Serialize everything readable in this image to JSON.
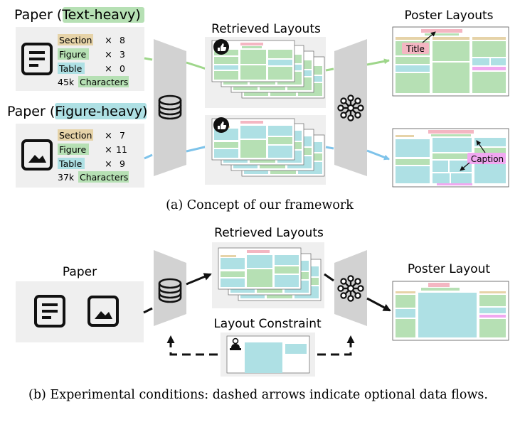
{
  "top": {
    "paper_text_heavy": {
      "prefix": "Paper (",
      "tag": "Text-heavy",
      "suffix": ")"
    },
    "paper_figure_heavy": {
      "prefix": "Paper (",
      "tag": "Figure-heavy",
      "suffix": ")"
    },
    "stats_text": [
      {
        "label": "Section",
        "count": "8"
      },
      {
        "label": "Figure",
        "count": "3"
      },
      {
        "label": "Table",
        "count": "0"
      }
    ],
    "chars_text": {
      "count": "45k",
      "label": "Characters"
    },
    "stats_figure": [
      {
        "label": "Section",
        "count": "7"
      },
      {
        "label": "Figure",
        "count": "11"
      },
      {
        "label": "Table",
        "count": "9"
      }
    ],
    "chars_figure": {
      "count": "37k",
      "label": "Characters"
    },
    "times_symbol": "×",
    "retrieved_title": "Retrieved Layouts",
    "poster_title": "Poster Layouts",
    "title_callout": "Title",
    "caption_callout": "Caption",
    "caption": "(a) Concept of our framework"
  },
  "bottom": {
    "paper_title": "Paper",
    "retrieved_title": "Retrieved Layouts",
    "poster_title": "Poster Layout",
    "constraint_title": "Layout Constraint",
    "caption": "(b) Experimental conditions: dashed arrows indicate optional data flows."
  },
  "colors": {
    "section": "#e6d3a8",
    "figure": "#b6e0b4",
    "table": "#aee0e4",
    "title_pink": "#f4b6c2",
    "caption_magenta": "#f0a8f0",
    "panel_bg": "#efefef",
    "model_gray": "#d2d2d2",
    "arrow_green": "#9ed68a",
    "arrow_blue": "#7ec3ea"
  }
}
